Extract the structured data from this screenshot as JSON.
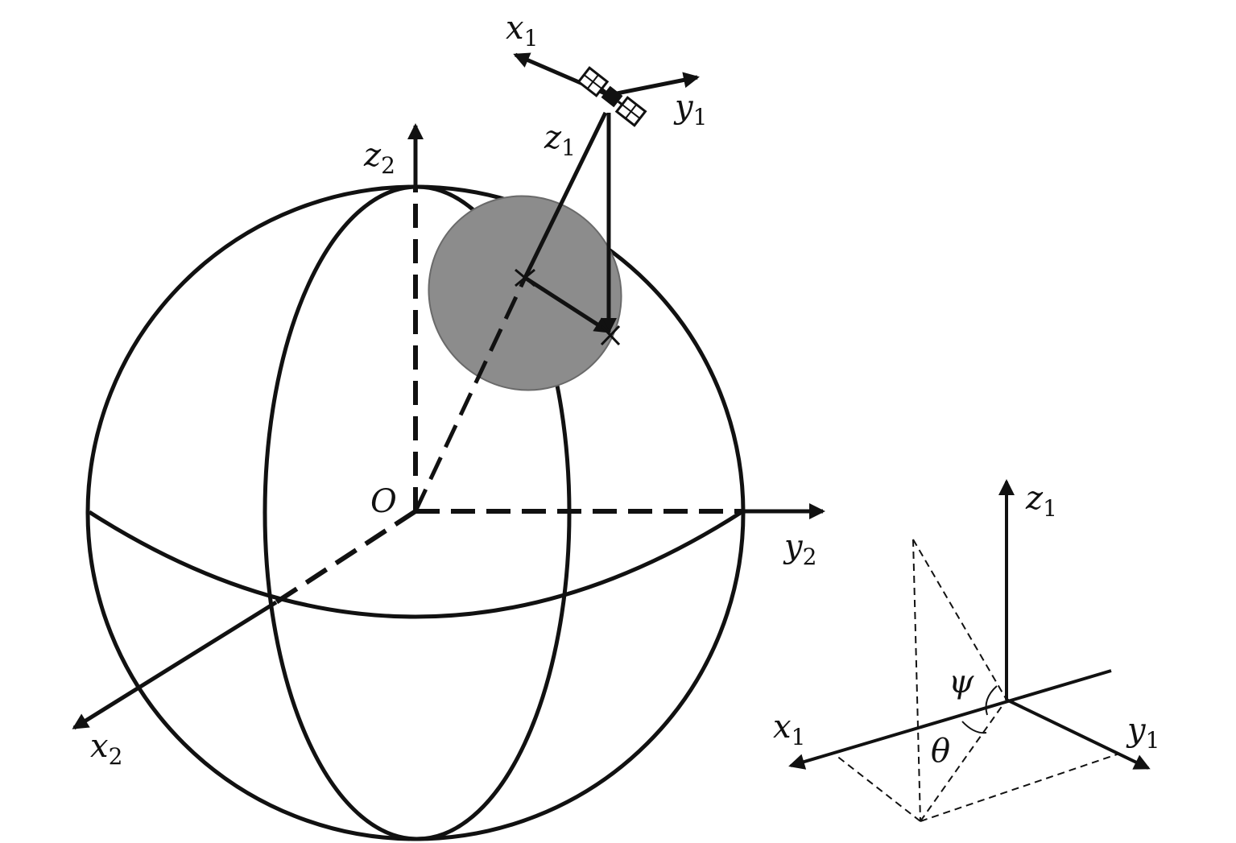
{
  "colors": {
    "ink": "#111111",
    "footprint": "#8c8c8c",
    "background": "#ffffff"
  },
  "icons": {
    "satellite": "satellite-icon"
  },
  "earth_frame": {
    "origin": "O",
    "x_axis": {
      "letter": "x",
      "subscript": "2"
    },
    "y_axis": {
      "letter": "y",
      "subscript": "2"
    },
    "z_axis": {
      "letter": "z",
      "subscript": "2"
    }
  },
  "satellite_frame": {
    "x_axis": {
      "letter": "x",
      "subscript": "1"
    },
    "y_axis": {
      "letter": "y",
      "subscript": "1"
    },
    "z_axis": {
      "letter": "z",
      "subscript": "1"
    }
  },
  "angle_inset": {
    "x_axis": {
      "letter": "x",
      "subscript": "1"
    },
    "y_axis": {
      "letter": "y",
      "subscript": "1"
    },
    "z_axis": {
      "letter": "z",
      "subscript": "1"
    },
    "angle_psi": "ψ",
    "angle_theta": "θ"
  }
}
